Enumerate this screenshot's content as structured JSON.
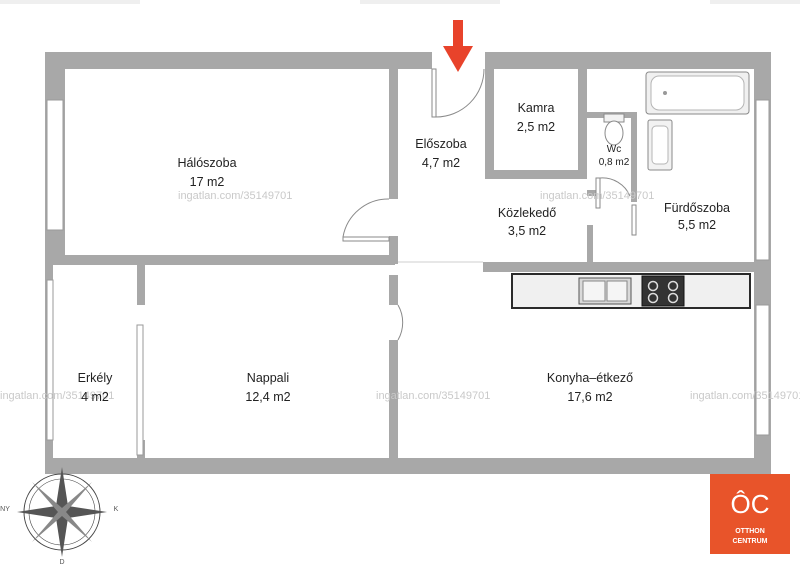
{
  "rooms": {
    "haloszoba": {
      "name": "Hálószoba",
      "area": "17 m2"
    },
    "eloszoba": {
      "name": "Előszoba",
      "area": "4,7 m2"
    },
    "kamra": {
      "name": "Kamra",
      "area": "2,5 m2"
    },
    "wc": {
      "name": "Wc",
      "area": "0,8 m2"
    },
    "furdoszoba": {
      "name": "Fürdőszoba",
      "area": "5,5 m2"
    },
    "kozlekedo": {
      "name": "Közlekedő",
      "area": "3,5 m2"
    },
    "erkely": {
      "name": "Erkély",
      "area": "4 m2"
    },
    "nappali": {
      "name": "Nappali",
      "area": "12,4 m2"
    },
    "konyha": {
      "name": "Konyha–étkező",
      "area": "17,6 m2"
    }
  },
  "watermarks": [
    "ingatlan.com/35149701",
    "ingatlan.com/35149701",
    "ingatlan.com/35149701",
    "ingatlan.com/35149701",
    "ingatlan.com/35149701"
  ],
  "compass": {
    "w": "NY",
    "e": "K",
    "s": "D"
  },
  "logo": {
    "line1": "OTTHON",
    "line2": "CENTRUM",
    "mark": "ÔC",
    "color": "#e8542a"
  },
  "colors": {
    "wall": "#a8a8a8",
    "entrance_arrow": "#e8432b",
    "counter": "#2a2a2a"
  }
}
